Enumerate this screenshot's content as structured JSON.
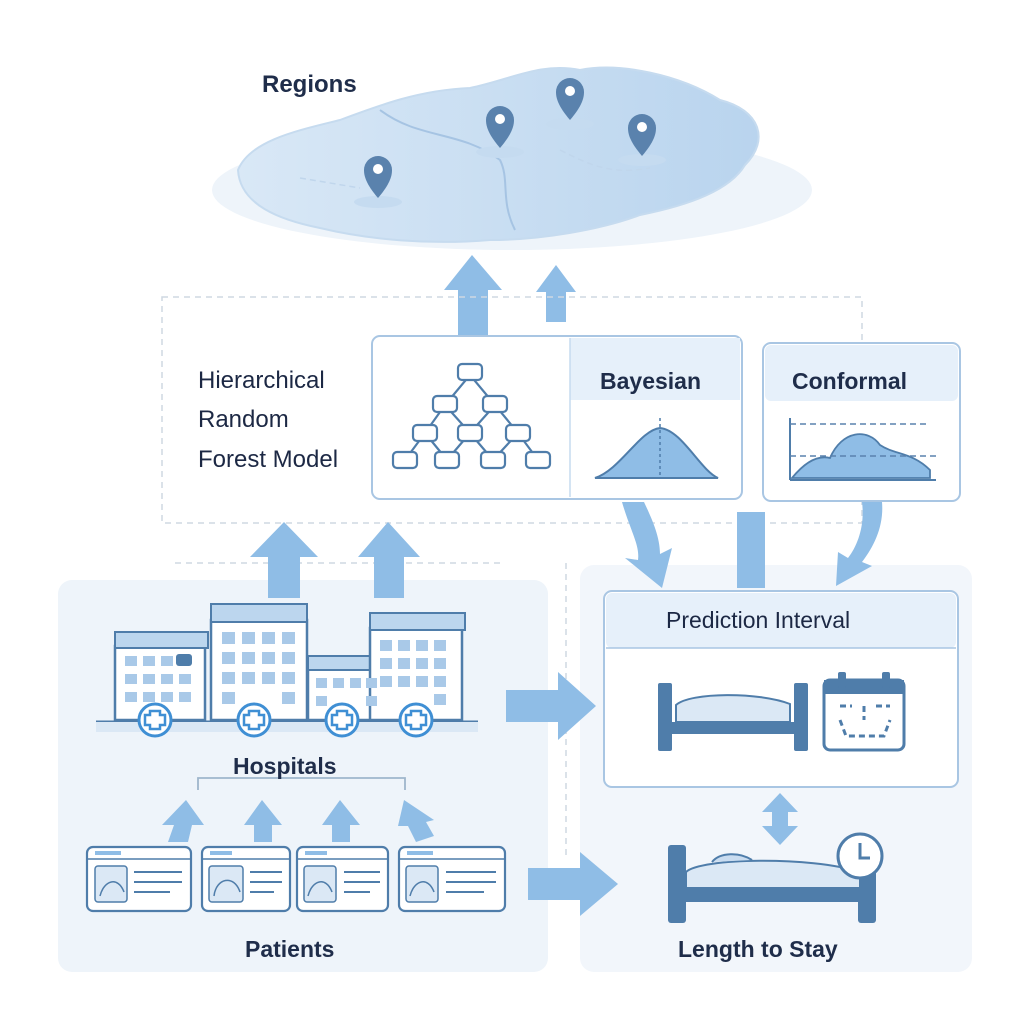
{
  "labels": {
    "regions": "Regions",
    "hrf_line1": "Hierarchical",
    "hrf_line2": "Random",
    "hrf_line3": "Forest Model",
    "bayesian": "Bayesian",
    "conformal": "Conformal",
    "prediction_interval": "Prediction Interval",
    "hospitals": "Hospitals",
    "patients": "Patients",
    "length_of_stay": "Length to Stay"
  },
  "colors": {
    "accent": "#7fb3e0",
    "dark_blue": "#4f7daa",
    "text": "#1f2d4a",
    "panel_bg": "#eef4fa",
    "border": "#a9c6e3"
  }
}
